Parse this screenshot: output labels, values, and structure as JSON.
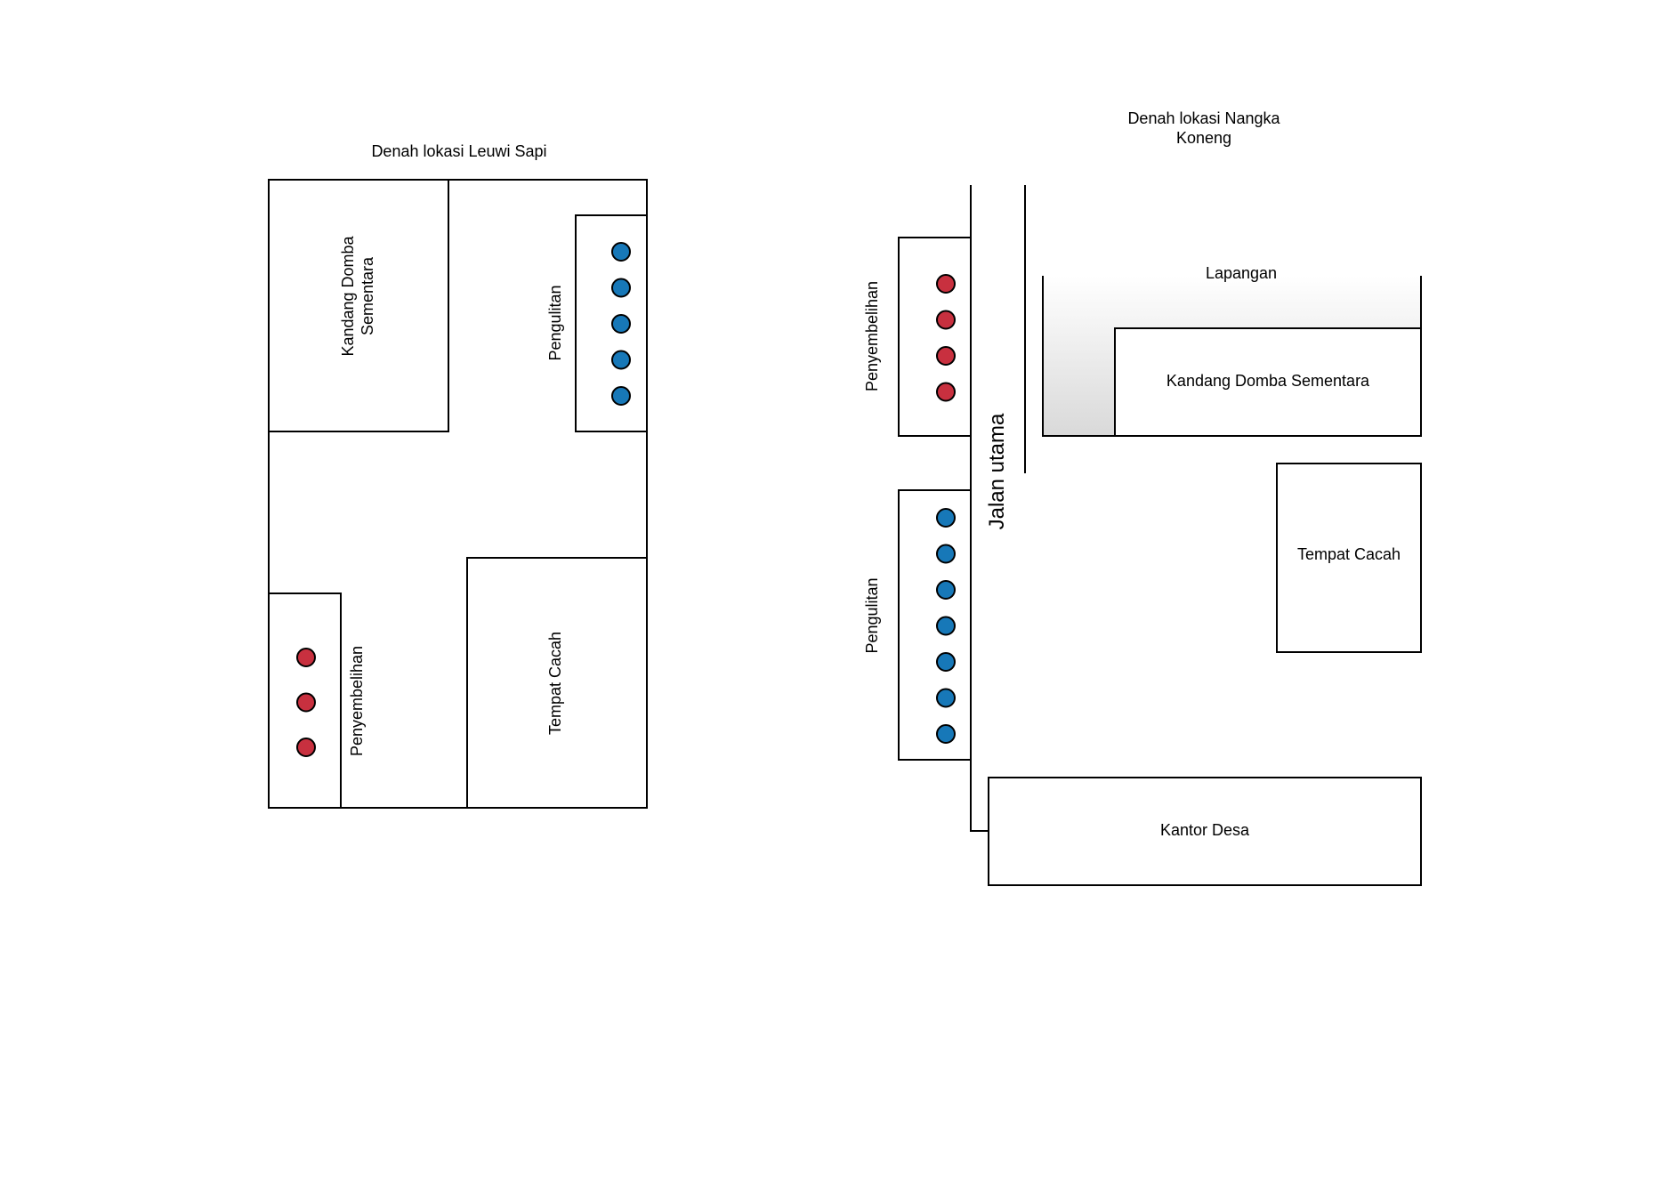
{
  "colors": {
    "stroke": "#000000",
    "red_marker": "#c8303f",
    "blue_marker": "#1778b8",
    "field_fill_top": "#ffffff",
    "field_fill_bottom": "#d9d9d9"
  },
  "left_plan": {
    "title": "Denah lokasi Leuwi Sapi",
    "kandang_line1": "Kandang Domba",
    "kandang_line2": "Sementara",
    "pengulitan": "Pengulitan",
    "penyembelihan": "Penyembelihan",
    "tempat_cacah": "Tempat Cacah",
    "blue_marker_count": 5,
    "red_marker_count": 3
  },
  "right_plan": {
    "title_line1": "Denah lokasi Nangka",
    "title_line2": "Koneng",
    "jalan_utama": "Jalan utama",
    "lapangan": "Lapangan",
    "kandang": "Kandang Domba Sementara",
    "tempat_cacah": "Tempat Cacah",
    "kantor_desa": "Kantor Desa",
    "penyembelihan": "Penyembelihan",
    "pengulitan": "Pengulitan",
    "red_marker_count": 4,
    "blue_marker_count": 7
  }
}
